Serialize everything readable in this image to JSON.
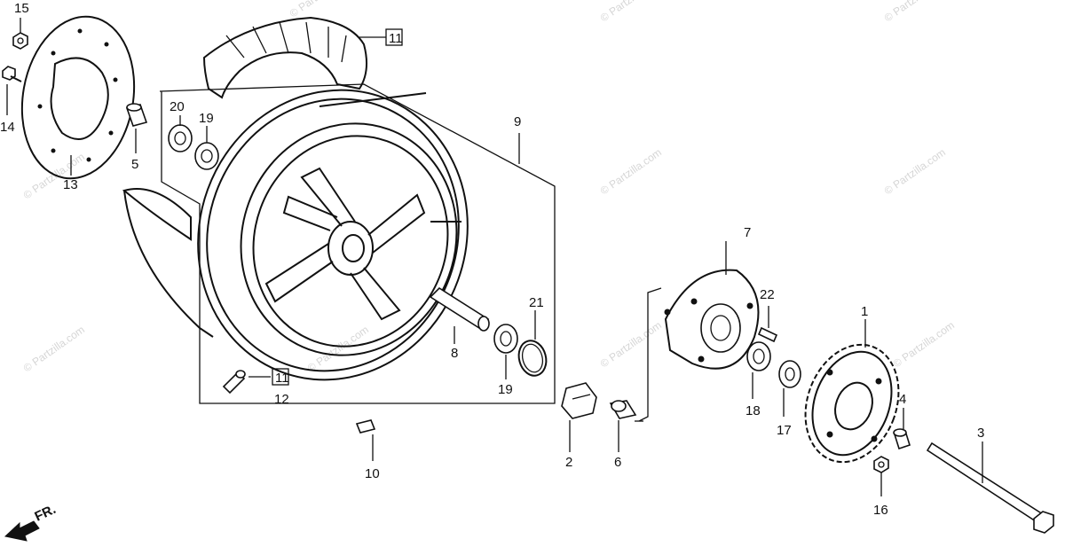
{
  "watermark": "© Partzilla.com",
  "front_marker": "FR.",
  "callouts": {
    "c1": "1",
    "c2": "2",
    "c3": "3",
    "c4": "4",
    "c5": "5",
    "c6": "6",
    "c7": "7",
    "c8": "8",
    "c9": "9",
    "c10": "10",
    "c11a": "11",
    "c11b": "11",
    "c12": "12",
    "c13": "13",
    "c14": "14",
    "c15": "15",
    "c16": "16",
    "c17": "17",
    "c18": "18",
    "c19a": "19",
    "c19b": "19",
    "c20": "20",
    "c21": "21",
    "c22": "22"
  }
}
